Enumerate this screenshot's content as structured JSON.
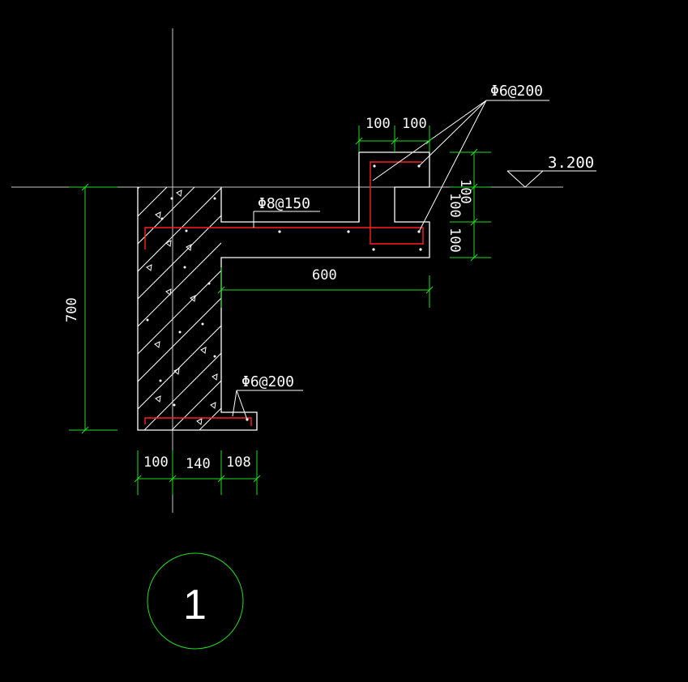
{
  "drawing": {
    "detail_number": "1",
    "elevation": "3.200",
    "rebar_labels": {
      "top_stirrup": "Φ6@200",
      "slab_bar": "Φ8@150",
      "footing_bar": "Φ6@200"
    },
    "dimensions": {
      "curb_width_left": "100",
      "curb_width_right": "100",
      "curb_h_1": "100",
      "curb_h_2": "100",
      "curb_h_3": "100",
      "slab_length": "600",
      "wall_height": "700",
      "base_left": "100",
      "base_mid": "140",
      "base_right": "108"
    }
  },
  "colors": {
    "background": "#000000",
    "outline": "#ffffff",
    "dimension": "#00ff00",
    "rebar": "#ff0000",
    "axis": "#c8c8c8"
  }
}
